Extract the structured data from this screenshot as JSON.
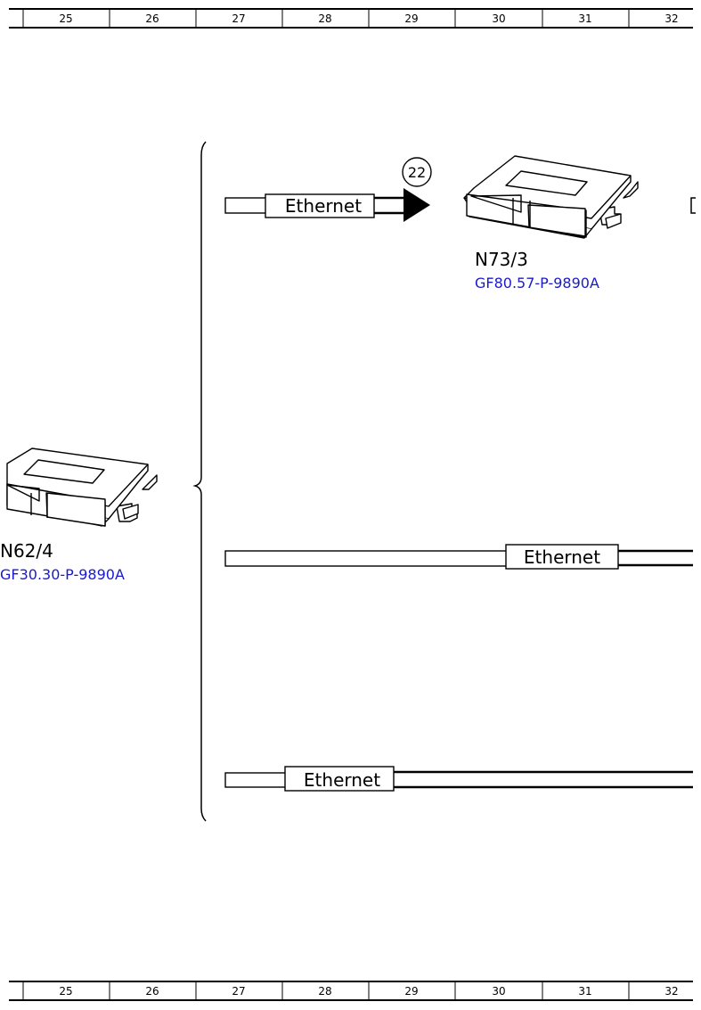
{
  "grid": {
    "columns": [
      "25",
      "26",
      "27",
      "28",
      "29",
      "30",
      "31",
      "32"
    ]
  },
  "components": {
    "n73_3": {
      "name": "N73/3",
      "ref": "GF80.57-P-9890A"
    },
    "n62_4": {
      "name": "N62/4",
      "ref": "GF30.30-P-9890A"
    }
  },
  "connections": {
    "top": {
      "label": "Ethernet",
      "badge": "22"
    },
    "middle": {
      "label": "Ethernet"
    },
    "bottom": {
      "label": "Ethernet"
    }
  }
}
